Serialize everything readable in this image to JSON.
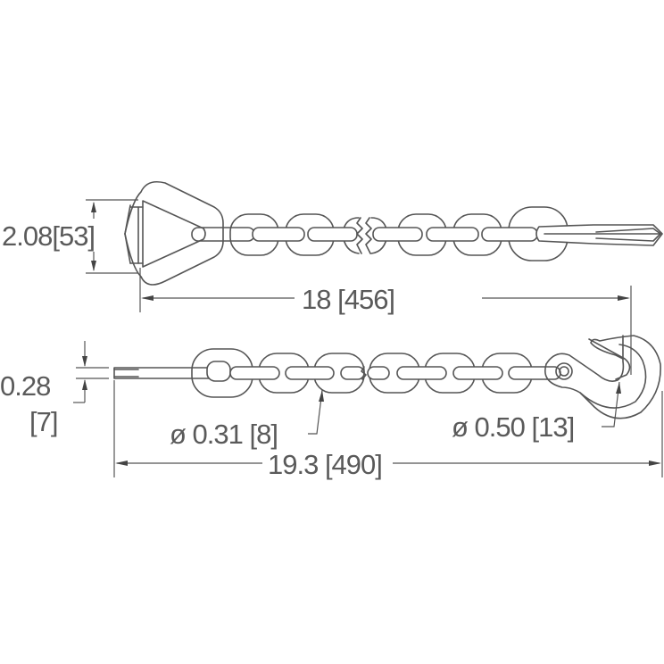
{
  "drawing": {
    "line_color": "#555555",
    "text_color": "#5a5a5a",
    "background": "#ffffff"
  },
  "top_assembly": {
    "name": "chain with triangle ring and grab-tail",
    "dimensions": {
      "ring_height": "2.08[53]",
      "overall_length": "18 [456]"
    }
  },
  "bottom_assembly": {
    "name": "chain with flat tail and grab hook",
    "dimensions": {
      "tail_thickness_line1": "0.28",
      "tail_thickness_line2": "[7]",
      "chain_diameter": "ø 0.31 [8]",
      "hook_diameter": "ø 0.50 [13]",
      "overall_length": "19.3 [490]"
    }
  }
}
